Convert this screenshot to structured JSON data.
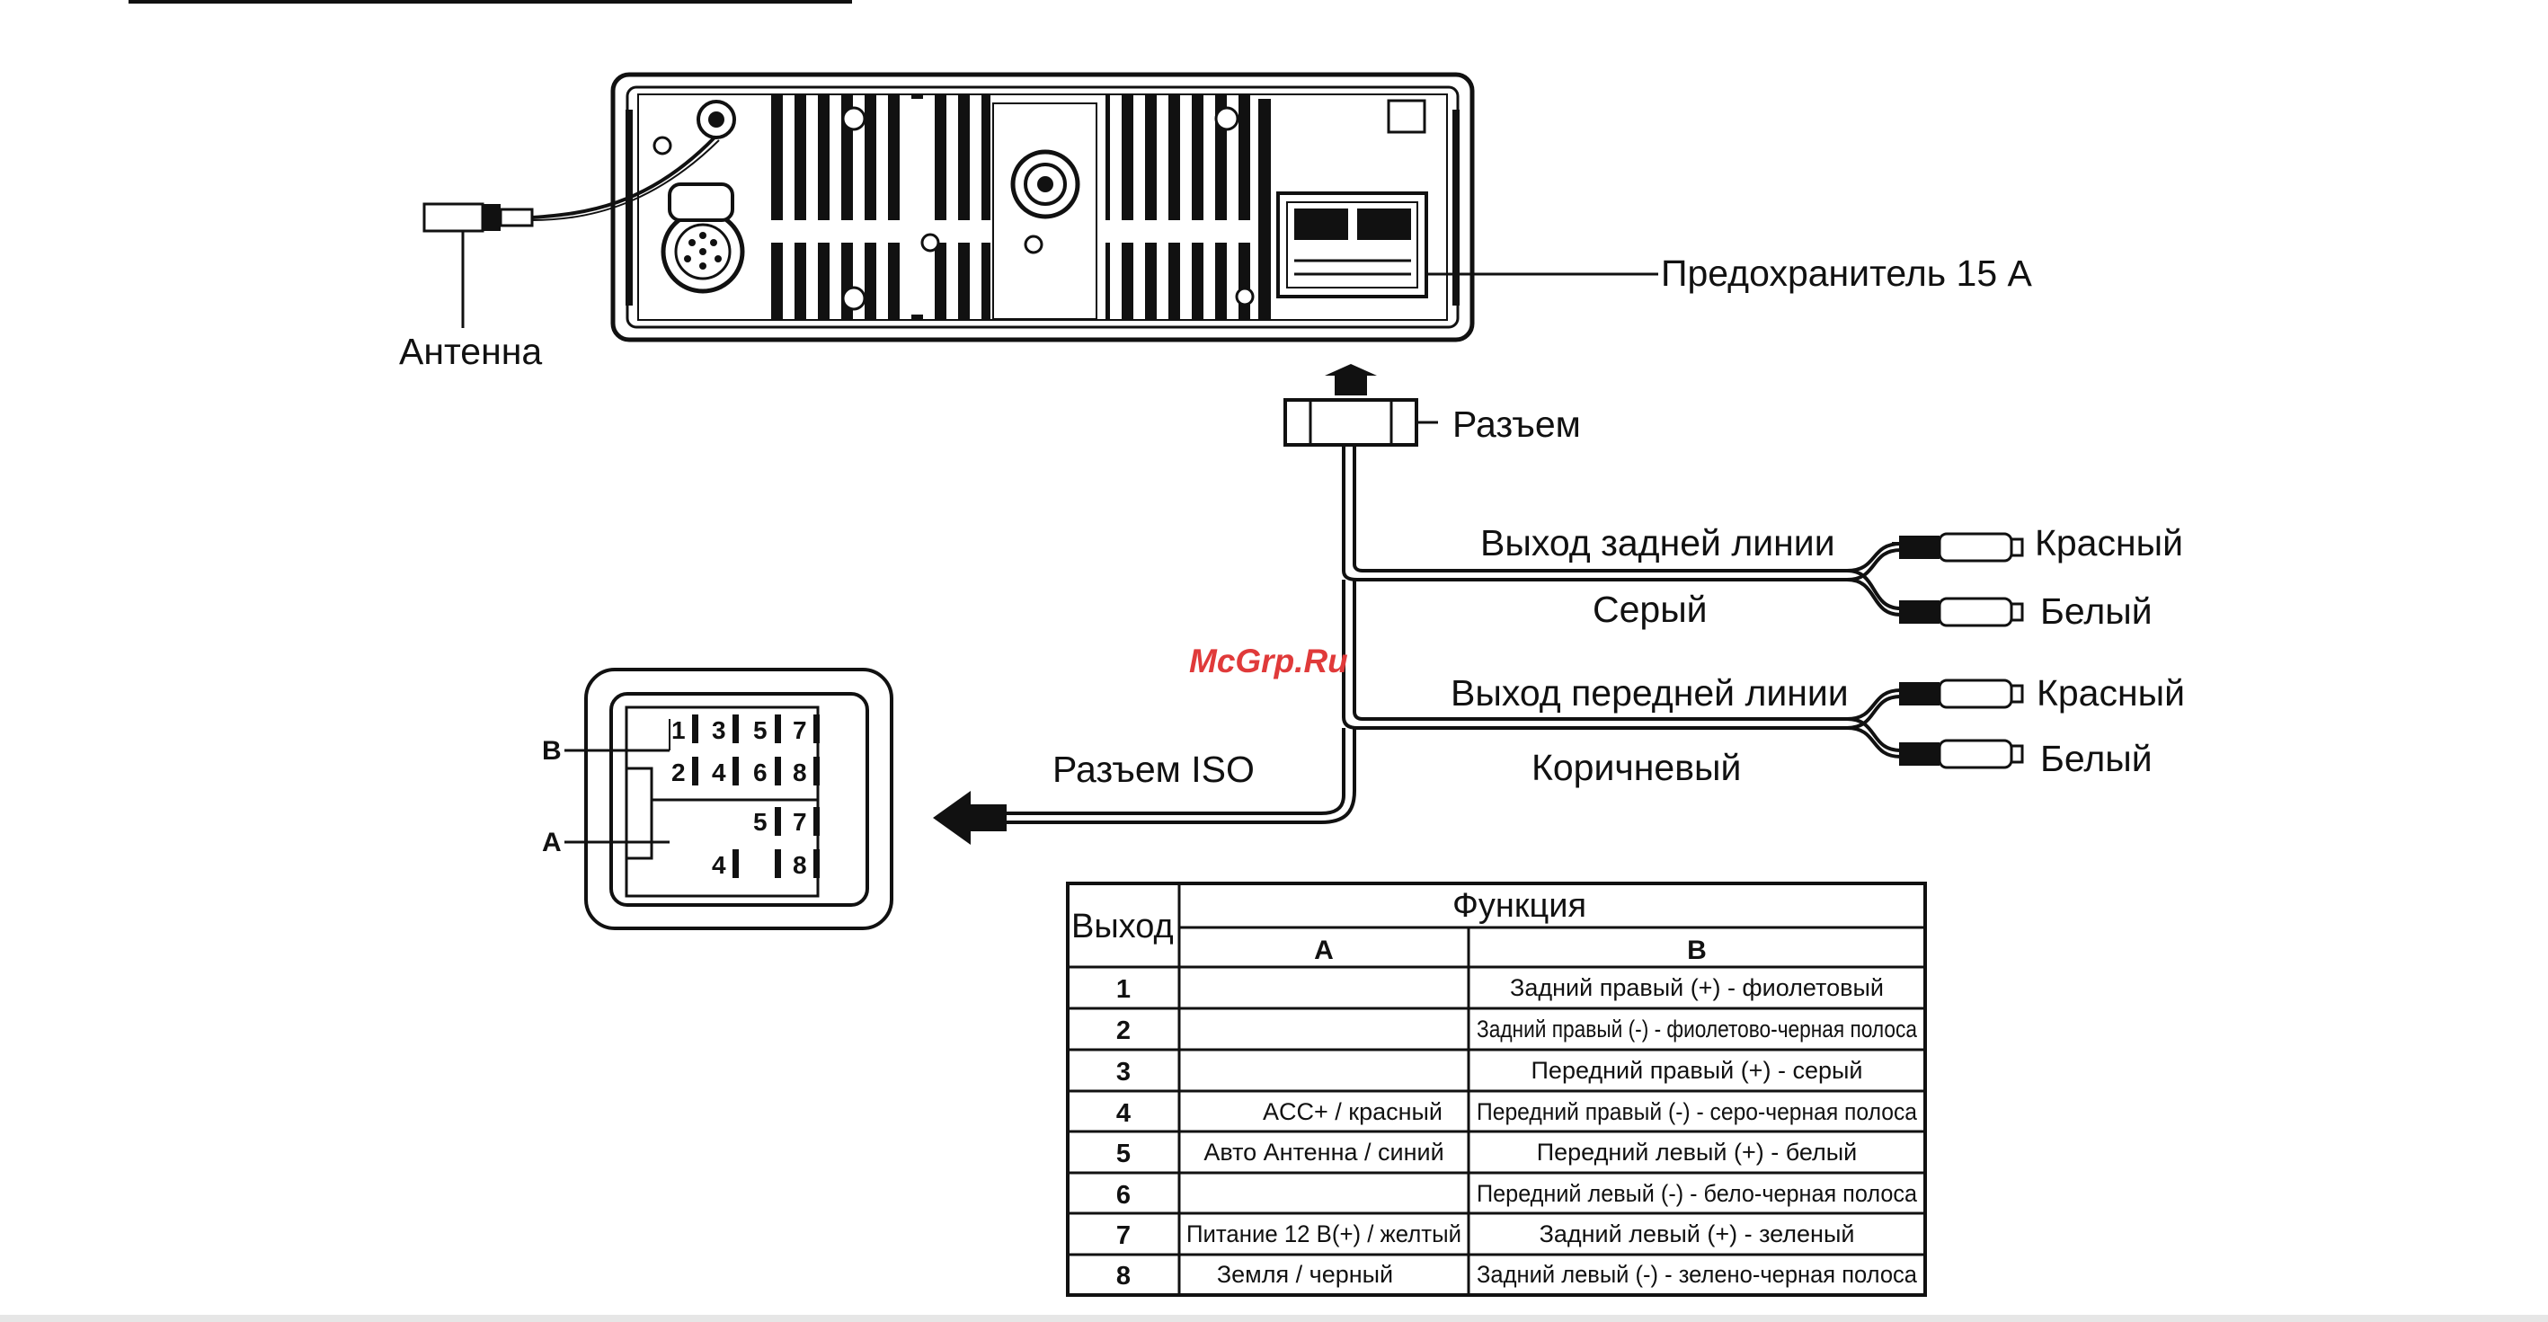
{
  "labels": {
    "antenna": "Антенна",
    "fuse": "Предохранитель 15 А",
    "connector": "Разъем",
    "rear_out": "Выход задней линии",
    "rear_wire": "Серый",
    "front_out": "Выход передней линии",
    "front_wire": "Коричневый",
    "iso_connector": "Разъем ISO",
    "rca_red": "Красный",
    "rca_white": "Белый",
    "block_b": "B",
    "block_a": "A",
    "watermark": "McGrp.Ru"
  },
  "iso_pins": {
    "b_top": [
      "1",
      "3",
      "5",
      "7"
    ],
    "b_bottom": [
      "2",
      "4",
      "6",
      "8"
    ],
    "a_top": [
      "5",
      "7"
    ],
    "a_bottom": [
      "4",
      "8"
    ]
  },
  "table": {
    "col_output": "Выход",
    "col_function": "Функция",
    "col_a": "A",
    "col_b": "B",
    "rows": [
      {
        "pin": "1",
        "a": "",
        "b": "Задний правый (+) - фиолетовый"
      },
      {
        "pin": "2",
        "a": "",
        "b": "Задний правый (-) - фиолетово-черная полоса"
      },
      {
        "pin": "3",
        "a": "",
        "b": "Передний правый (+) - серый"
      },
      {
        "pin": "4",
        "a": "ACC+ / красный",
        "b": "Передний правый (-) - серо-черная полоса"
      },
      {
        "pin": "5",
        "a": "Авто Антенна / синий",
        "b": "Передний левый (+) - белый"
      },
      {
        "pin": "6",
        "a": "",
        "b": "Передний левый (-) - бело-черная полоса"
      },
      {
        "pin": "7",
        "a": "Питание 12 В(+) / желтый",
        "b": "Задний левый (+) - зеленый"
      },
      {
        "pin": "8",
        "a": "Земля / черный",
        "b": "Задний левый (-) - зелено-черная полоса"
      }
    ]
  }
}
